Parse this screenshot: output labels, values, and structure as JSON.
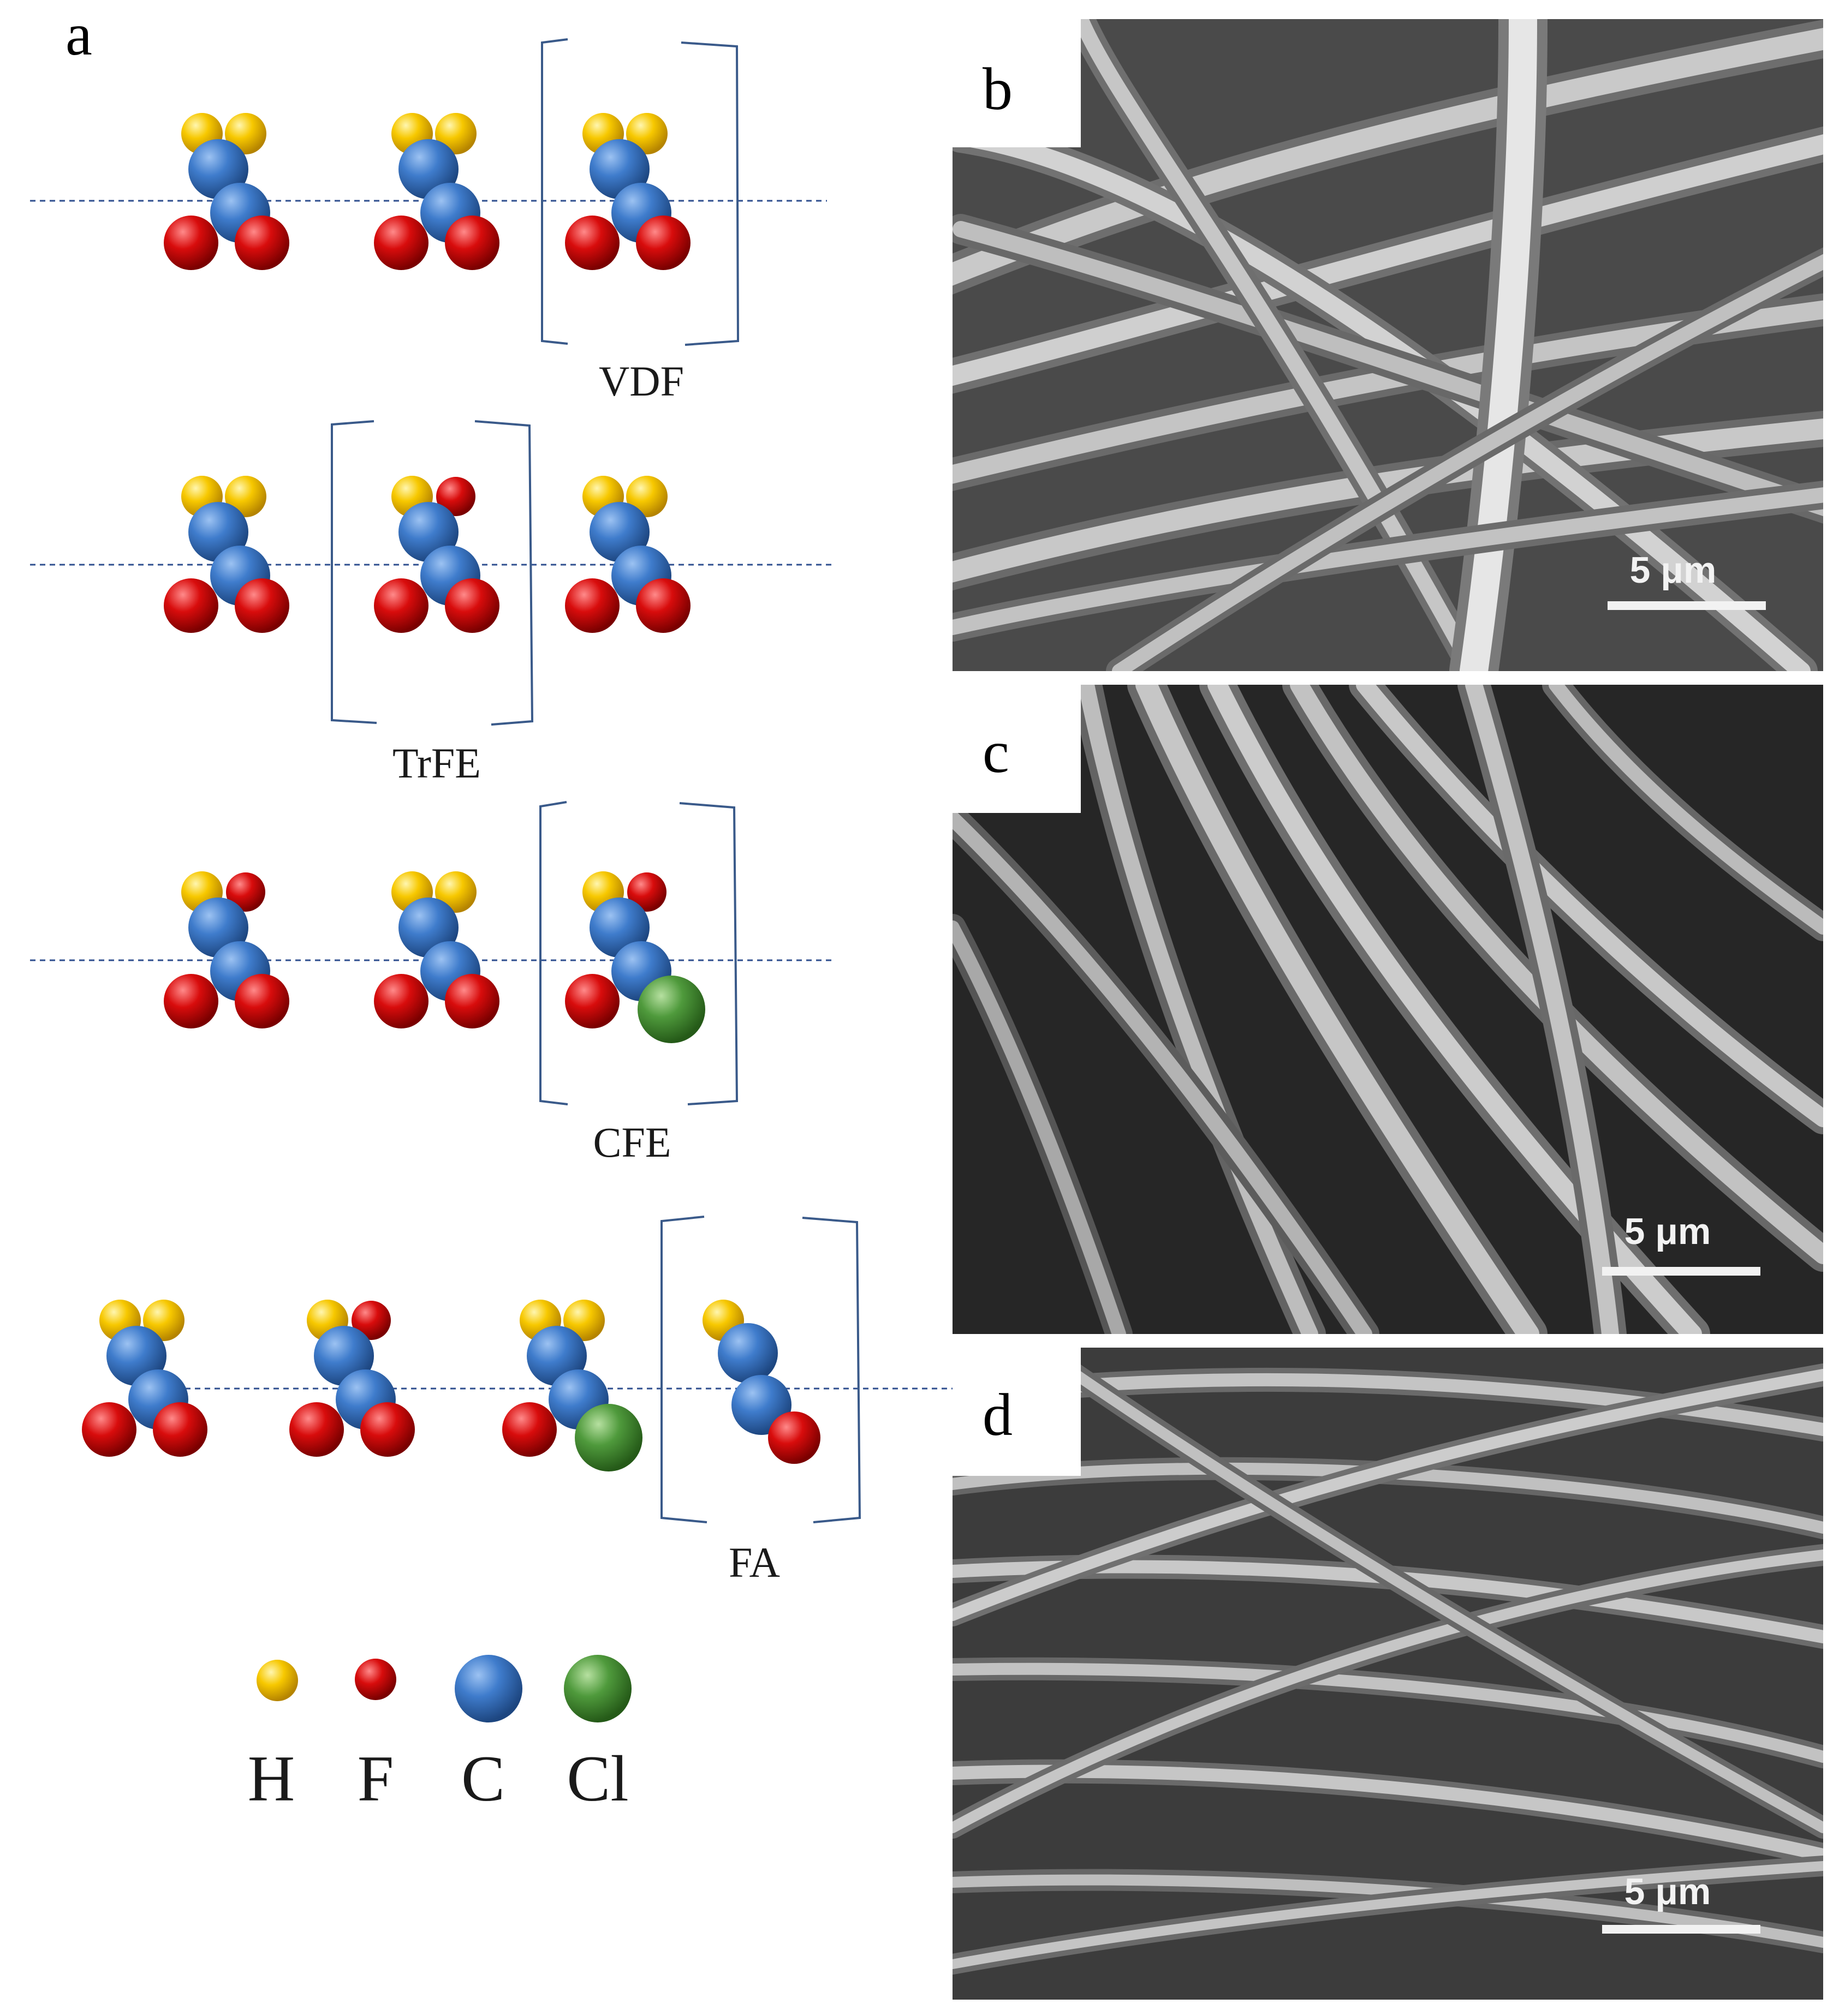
{
  "panels": {
    "a": "a",
    "b": "b",
    "c": "c",
    "d": "d"
  },
  "units": {
    "vdf": "VDF",
    "trfe": "TrFE",
    "cfe": "CFE",
    "fa": "FA"
  },
  "legend": {
    "h": "H",
    "f": "F",
    "c": "C",
    "cl": "Cl"
  },
  "scale_bars": {
    "b": "5 μm",
    "c": "5 μm",
    "d": "5 μm"
  },
  "colors": {
    "hydrogen": "#f2c200",
    "fluorine": "#d40f0f",
    "carbon": "#3d78c8",
    "chlorine": "#4f9a3c"
  }
}
